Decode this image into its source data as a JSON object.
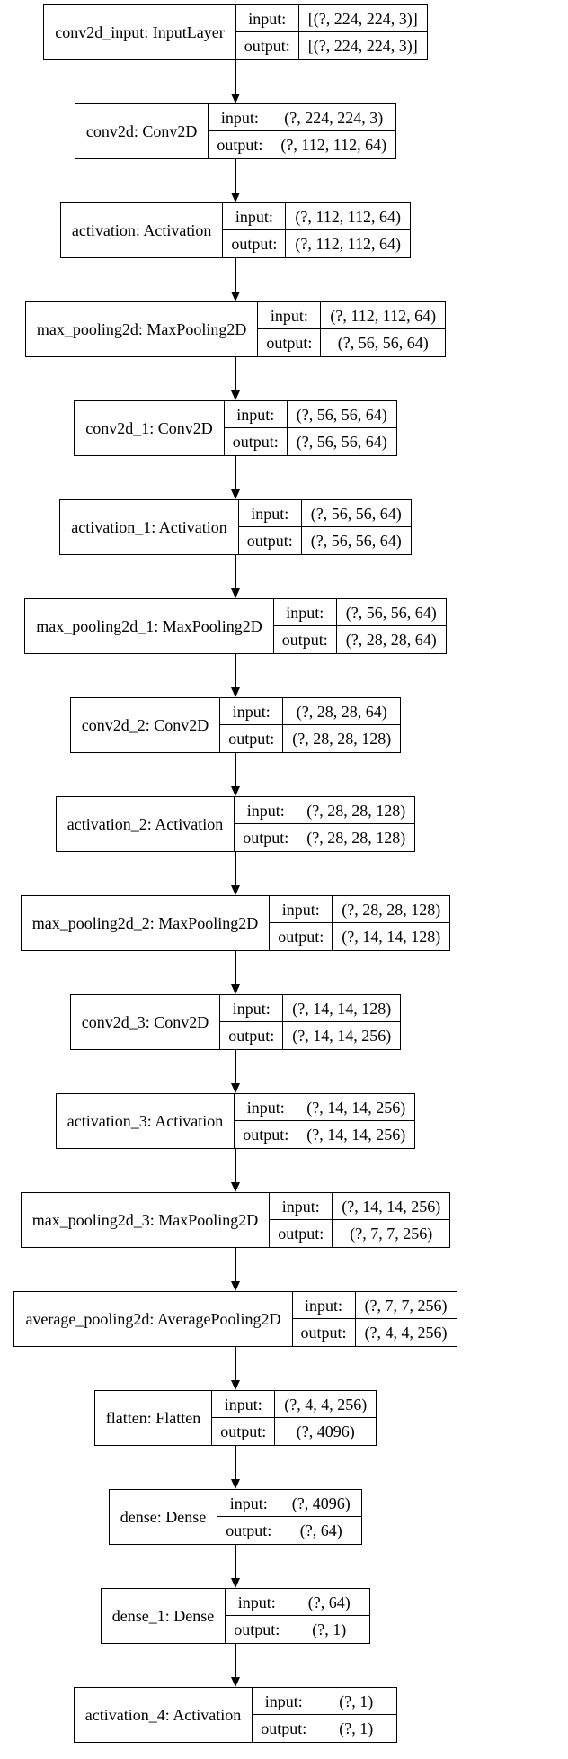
{
  "diagram": {
    "type": "keras-model-architecture-flowchart",
    "colors": {
      "background": "#ffffff",
      "border": "#000000",
      "text": "#000000",
      "arrow": "#000000"
    },
    "io_labels": {
      "input": "input:",
      "output": "output:"
    },
    "layers": [
      {
        "name": "conv2d_input: InputLayer",
        "input": "[(?, 224, 224, 3)]",
        "output": "[(?, 224, 224, 3)]"
      },
      {
        "name": "conv2d: Conv2D",
        "input": "(?, 224, 224, 3)",
        "output": "(?, 112, 112, 64)"
      },
      {
        "name": "activation: Activation",
        "input": "(?, 112, 112, 64)",
        "output": "(?, 112, 112, 64)"
      },
      {
        "name": "max_pooling2d: MaxPooling2D",
        "input": "(?, 112, 112, 64)",
        "output": "(?, 56, 56, 64)"
      },
      {
        "name": "conv2d_1: Conv2D",
        "input": "(?, 56, 56, 64)",
        "output": "(?, 56, 56, 64)"
      },
      {
        "name": "activation_1: Activation",
        "input": "(?, 56, 56, 64)",
        "output": "(?, 56, 56, 64)"
      },
      {
        "name": "max_pooling2d_1: MaxPooling2D",
        "input": "(?, 56, 56, 64)",
        "output": "(?, 28, 28, 64)"
      },
      {
        "name": "conv2d_2: Conv2D",
        "input": "(?, 28, 28, 64)",
        "output": "(?, 28, 28, 128)"
      },
      {
        "name": "activation_2: Activation",
        "input": "(?, 28, 28, 128)",
        "output": "(?, 28, 28, 128)"
      },
      {
        "name": "max_pooling2d_2: MaxPooling2D",
        "input": "(?, 28, 28, 128)",
        "output": "(?, 14, 14, 128)"
      },
      {
        "name": "conv2d_3: Conv2D",
        "input": "(?, 14, 14, 128)",
        "output": "(?, 14, 14, 256)"
      },
      {
        "name": "activation_3: Activation",
        "input": "(?, 14, 14, 256)",
        "output": "(?, 14, 14, 256)"
      },
      {
        "name": "max_pooling2d_3: MaxPooling2D",
        "input": "(?, 14, 14, 256)",
        "output": "(?, 7, 7, 256)"
      },
      {
        "name": "average_pooling2d: AveragePooling2D",
        "input": "(?, 7, 7, 256)",
        "output": "(?, 4, 4, 256)"
      },
      {
        "name": "flatten: Flatten",
        "input": "(?, 4, 4, 256)",
        "output": "(?, 4096)"
      },
      {
        "name": "dense: Dense",
        "input": "(?, 4096)",
        "output": "(?, 64)"
      },
      {
        "name": "dense_1: Dense",
        "input": "(?, 64)",
        "output": "(?, 1)"
      },
      {
        "name": "activation_4: Activation",
        "input": "(?, 1)",
        "output": "(?, 1)"
      }
    ]
  }
}
